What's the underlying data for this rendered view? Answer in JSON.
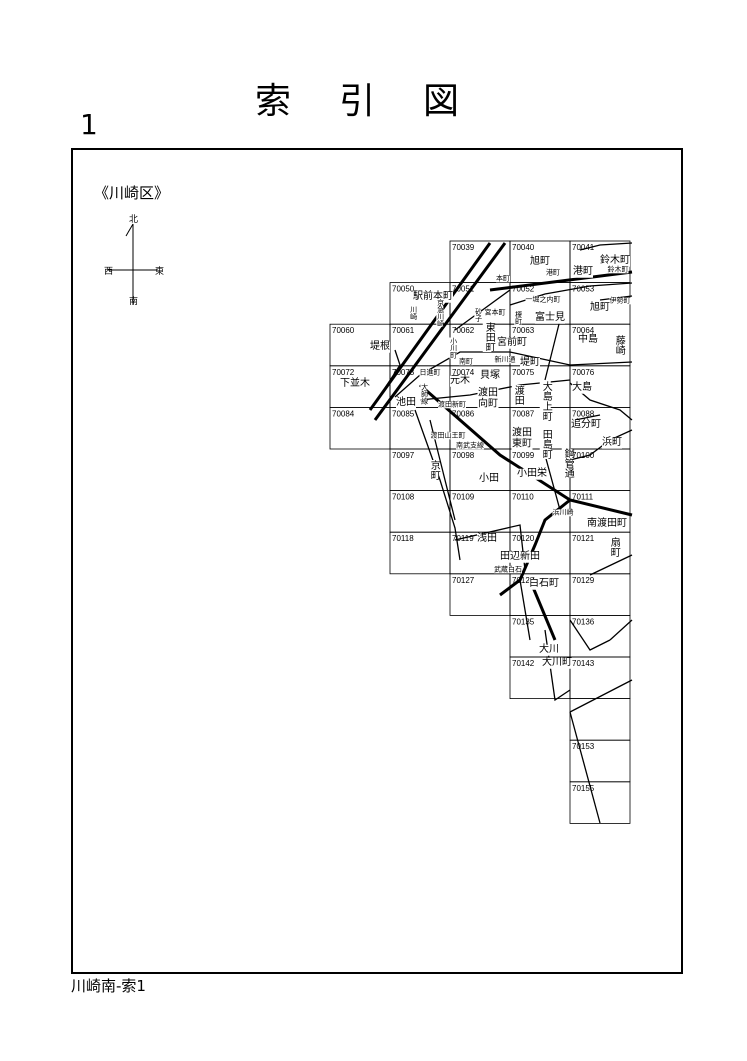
{
  "title": "索引図",
  "page_number": "1",
  "ward": "《川崎区》",
  "footer": "川崎南-索1",
  "compass": {
    "north": "北",
    "south": "南",
    "east": "東",
    "west": "西"
  },
  "cells": [
    "70039",
    "70040",
    "70041",
    "70050",
    "70051",
    "70052",
    "70053",
    "70060",
    "70061",
    "70062",
    "70063",
    "70064",
    "70072",
    "70073",
    "70074",
    "70075",
    "70076",
    "70084",
    "70085",
    "70086",
    "70087",
    "70088",
    "70097",
    "70098",
    "70099",
    "70100",
    "70108",
    "70109",
    "70110",
    "70111",
    "70118",
    "70119",
    "70120",
    "70121",
    "70127",
    "70128",
    "70129",
    "70135",
    "70136",
    "70142",
    "70143",
    "",
    "70153",
    "70155"
  ],
  "places": [
    "旭町",
    "鈴木町",
    "本町",
    "港町",
    "港町",
    "鈴木町",
    "駅前本町",
    "一堀之内町",
    "旭町",
    "伊勢町",
    "富士見",
    "砂子",
    "宮本町",
    "榎町",
    "東田町",
    "宮前町",
    "堤根",
    "中島",
    "藤崎",
    "小川町",
    "南町",
    "新川通",
    "堤町",
    "日進町",
    "元木",
    "貝塚",
    "下並木",
    "大島",
    "渡田向町",
    "渡田",
    "大島上町",
    "池田",
    "渡田新町",
    "渡田東町",
    "田島町",
    "鋼管通",
    "追分町",
    "浜町",
    "渡田山王町",
    "京町",
    "小田",
    "小田栄",
    "南渡田町",
    "浜川崎",
    "浅田",
    "田辺新田",
    "扇町",
    "白石町",
    "大川",
    "大川町",
    "川崎",
    "京急川崎",
    "大師線",
    "南武支線",
    "武蔵白石"
  ]
}
